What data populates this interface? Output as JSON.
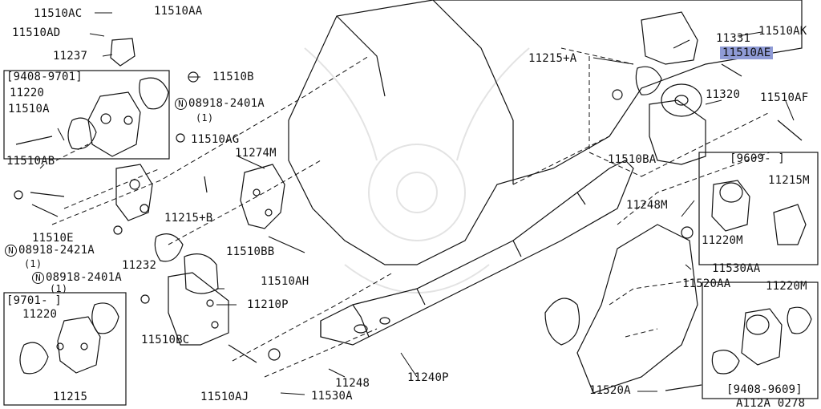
{
  "diagram": {
    "ref": "A112A 0278",
    "labels": {
      "l11510AC": "11510AC",
      "l11510AA": "11510AA",
      "l11510AD": "11510AD",
      "l11237": "11237",
      "l9408_9701": "[9408-9701]",
      "l11220_a": "11220",
      "l11510B": "11510B",
      "n08918_2401A_top": "08918-2401A",
      "qty1_a": "(1)",
      "l11510A": "11510A",
      "l11510AB": "11510AB",
      "l11510AG": "11510AG",
      "l11274M": "11274M",
      "l11510E": "11510E",
      "n08918_2421A": "08918-2421A",
      "qty1_b": "(1)",
      "n08918_2401A_bot": "08918-2401A",
      "qty1_c": "(1)",
      "l11232": "11232",
      "l11215B": "11215+B",
      "l11510BB": "11510BB",
      "l11510AH": "11510AH",
      "l9701": "[9701-     ]",
      "l11220_b": "11220",
      "l11215": "11215",
      "l11210P": "11210P",
      "l11510BC": "11510BC",
      "l11510AJ": "11510AJ",
      "l11248_bot": "11248",
      "l11530A": "11530A",
      "l11240P": "11240P",
      "l11331": "11331",
      "l11510AK": "11510AK",
      "l11510AE": "11510AE",
      "l11215A": "11215+A",
      "l11320": "11320",
      "l11510AF": "11510AF",
      "l11510BA": "11510BA",
      "l9609": "[9609-     ]",
      "l11215M": "11215M",
      "l11220M_a": "11220M",
      "l11248M": "11248M",
      "l11530AA": "11530AA",
      "l11520AA": "11520AA",
      "l11220M_b": "11220M",
      "l9408_9609": "[9408-9609]",
      "l11520A": "11520A",
      "n_symbol": "N"
    }
  }
}
